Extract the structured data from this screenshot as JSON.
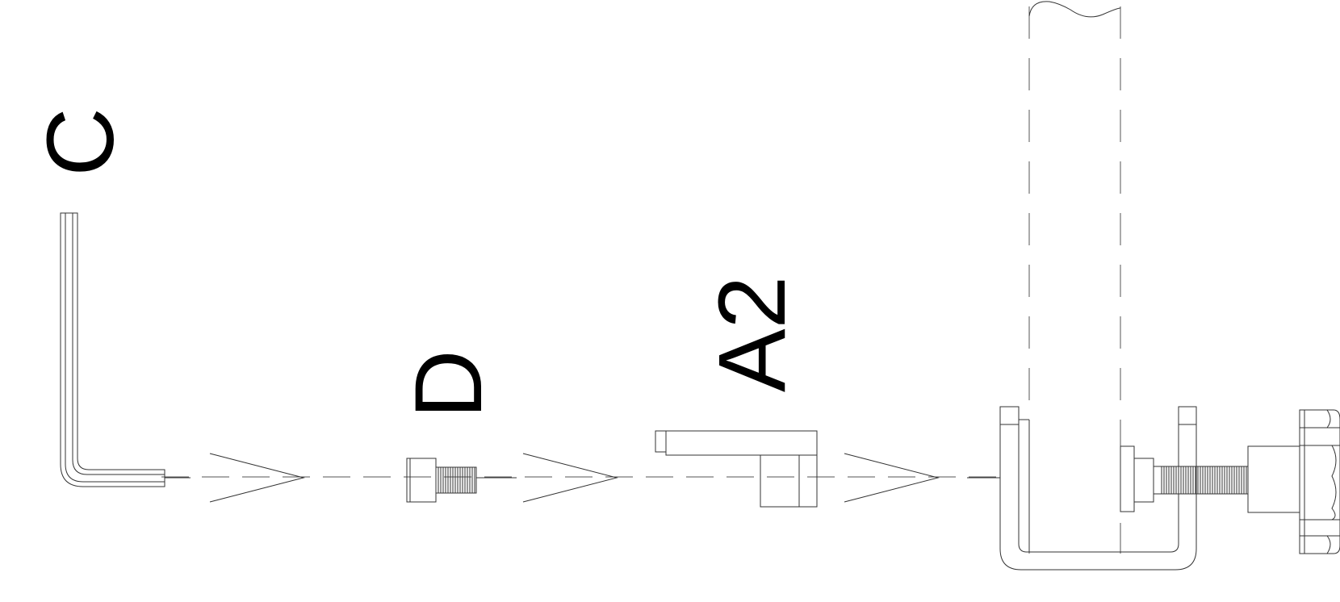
{
  "labels": {
    "hex_key": "C",
    "screw": "D",
    "bracket": "A2"
  },
  "icons": [
    "hex-key-icon",
    "screw-icon",
    "bracket-icon",
    "clamp-icon",
    "arrow-icon"
  ],
  "colors": {
    "line": "#333333",
    "text": "#000000",
    "background": "#ffffff"
  }
}
